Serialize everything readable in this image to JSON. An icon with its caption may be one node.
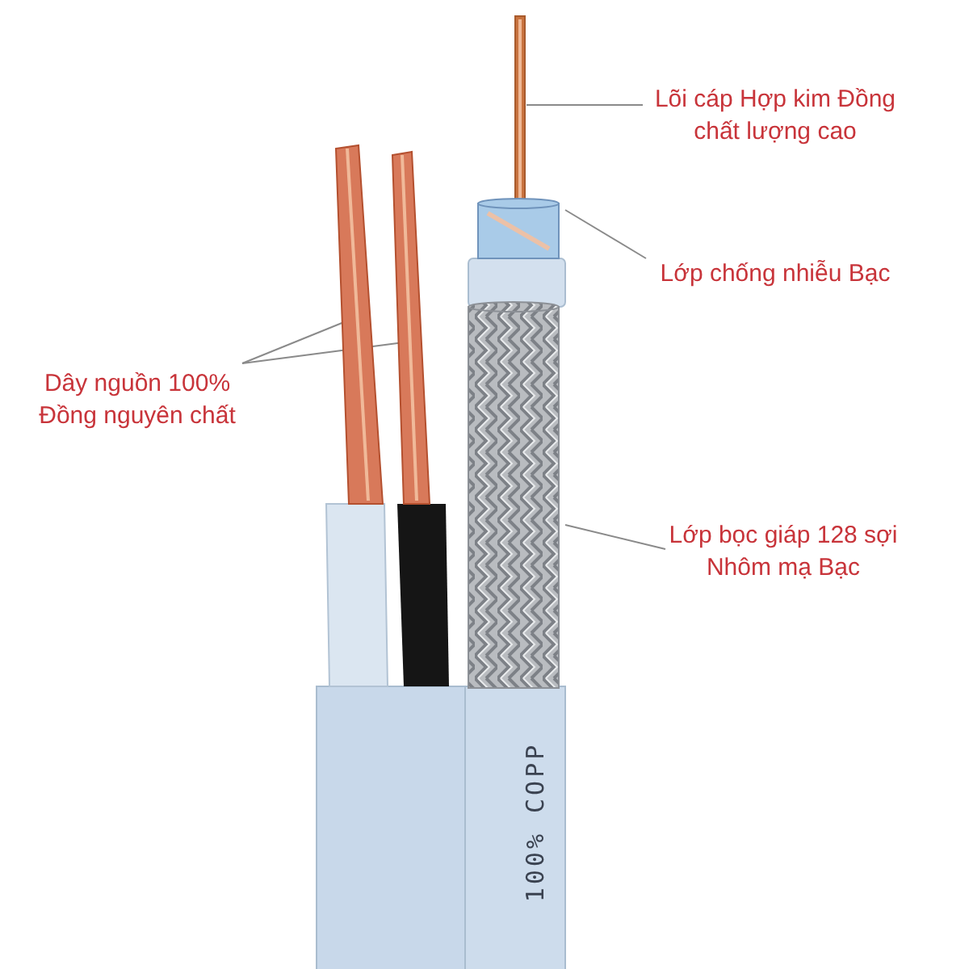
{
  "diagram": {
    "nodes": [
      {
        "text": [
          "Lõi cáp Hợp kim Đồng chất lượng cao"
        ]
      },
      {
        "text": [],
        "shape": "bar"
      },
      {
        "text": [
          "Lớp chống nhiễu Bạc"
        ]
      },
      {
        "text": [],
        "shape": "cylinder"
      },
      {
        "text": [
          "Dây nguồn 100% Đồng nguyên chất"
        ]
      },
      {
        "text": [],
        "shape": "bar"
      },
      {
        "text": [],
        "shape": "bar"
      },
      {
        "text": [
          "Lớp bọc giáp 128 sợi Nhôm mạ Bạc"
        ]
      },
      {
        "text": [],
        "shape": "cylinder"
      }
    ],
    "edges": [
      {
        "from": 0,
        "to": 1,
        "arrow": "none"
      },
      {
        "from": 2,
        "to": 3,
        "arrow": "none"
      },
      {
        "from": 4,
        "to": 5,
        "arrow": "none"
      },
      {
        "from": 4,
        "to": 6,
        "arrow": "none"
      },
      {
        "from": 7,
        "to": 8,
        "arrow": "none"
      }
    ],
    "labels": [
      "100% COPP"
    ]
  }
}
